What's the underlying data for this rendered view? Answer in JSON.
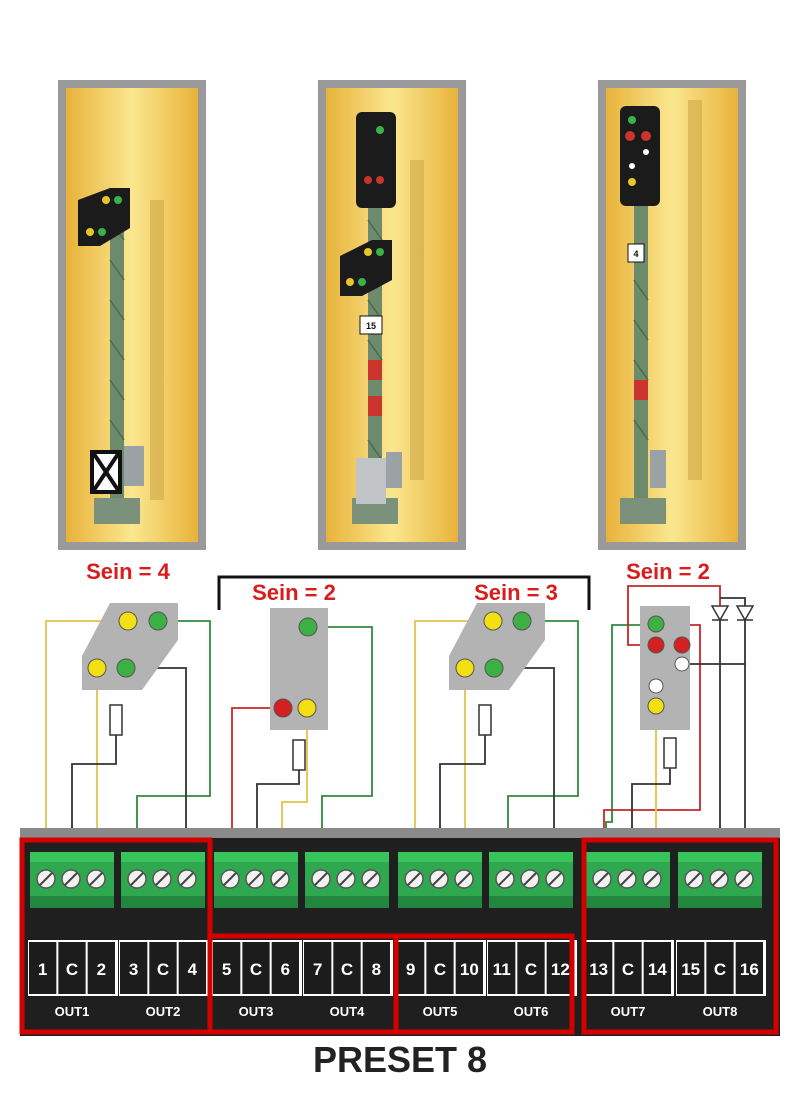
{
  "colors": {
    "wire_yellow": "#e3c24a",
    "wire_green": "#2e8b3e",
    "wire_red": "#c62828",
    "wire_black": "#333333",
    "panel_gray": "#b3b3b3",
    "terminal_green": "#2fa84f",
    "board": "#1f1f1f",
    "frame_red": "#d40000",
    "photo_bg": "#f6d56a"
  },
  "signal_groups": [
    {
      "sein_label": "Sein = 4",
      "icon": "distant-signal-photo"
    },
    {
      "sein_label": "Sein = 2",
      "icon": "block-signal-photo",
      "plate": "15"
    },
    {
      "sein_label": "Sein = 3"
    },
    {
      "sein_label": "Sein = 2",
      "icon": "exit-signal-photo",
      "plate": "4"
    }
  ],
  "terminals": [
    "1",
    "C",
    "2",
    "3",
    "C",
    "4",
    "5",
    "C",
    "6",
    "7",
    "C",
    "8",
    "9",
    "C",
    "10",
    "11",
    "C",
    "12",
    "13",
    "C",
    "14",
    "15",
    "C",
    "16"
  ],
  "outputs": [
    "OUT1",
    "OUT2",
    "OUT3",
    "OUT4",
    "OUT5",
    "OUT6",
    "OUT7",
    "OUT8"
  ],
  "preset_label": "PRESET 8"
}
